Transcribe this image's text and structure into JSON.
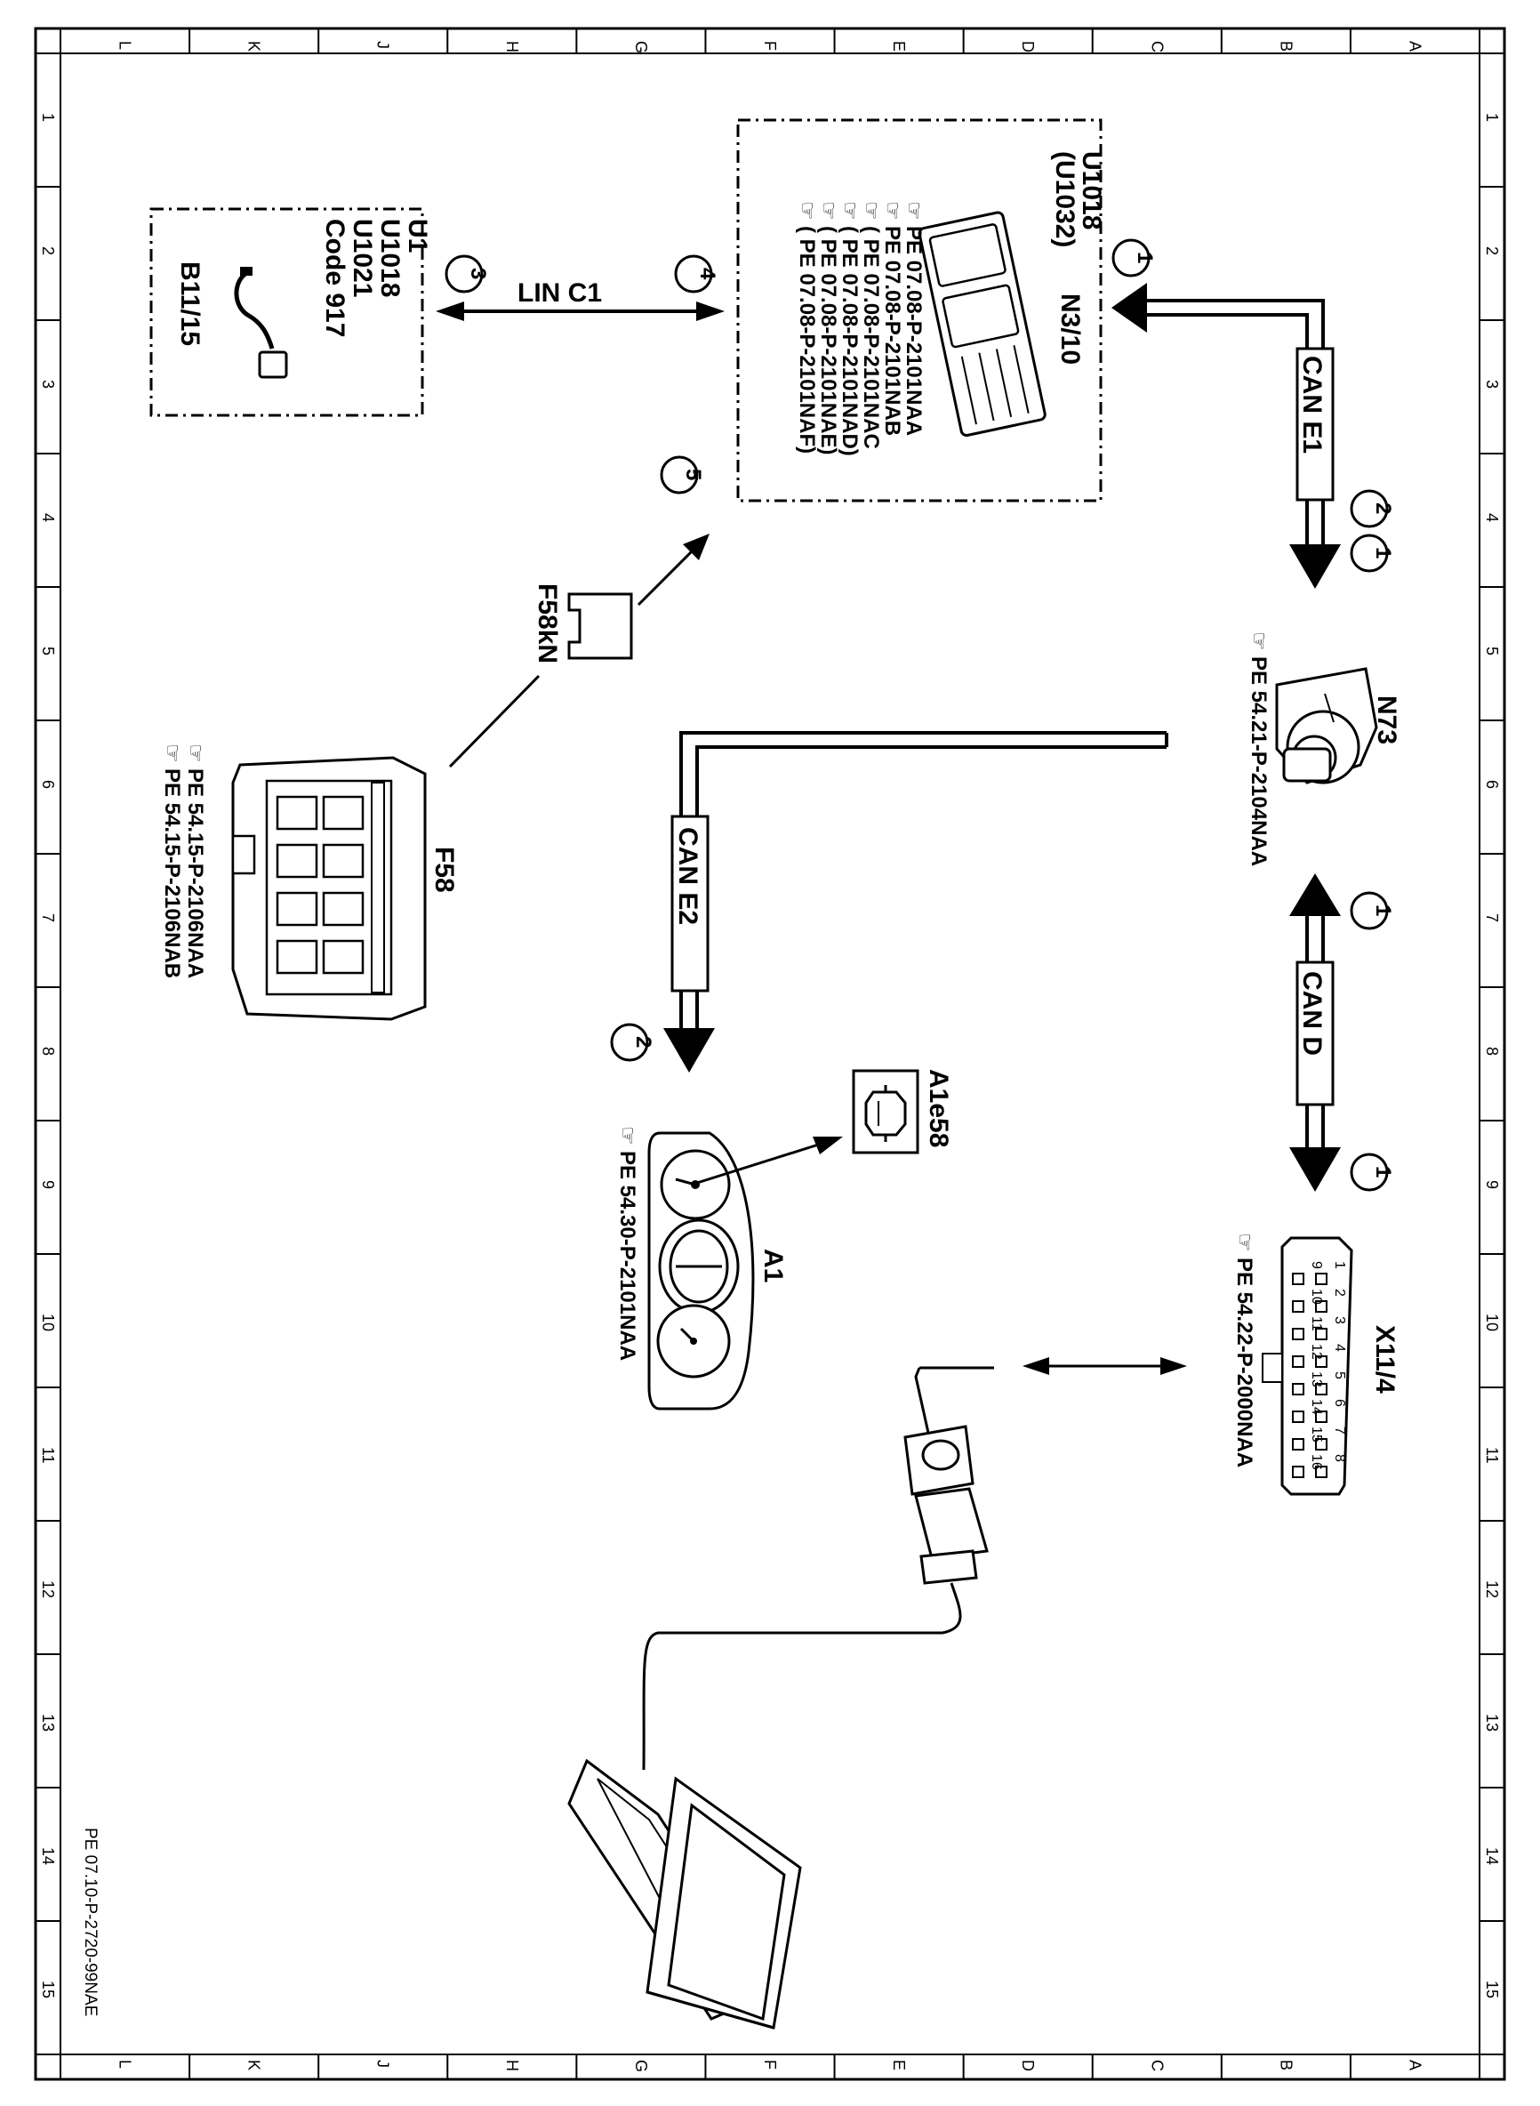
{
  "frame": {
    "col_letters": [
      "L",
      "K",
      "J",
      "H",
      "G",
      "F",
      "E",
      "D",
      "C",
      "B",
      "A"
    ],
    "row_numbers": [
      "1",
      "2",
      "3",
      "4",
      "5",
      "6",
      "7",
      "8",
      "9",
      "10",
      "11",
      "12",
      "13",
      "14",
      "15"
    ],
    "doc_number": "PE 07.10-P-2720-99NAE"
  },
  "modules": {
    "u1_box": {
      "lines": [
        "U1",
        "U1018",
        "U1021",
        "Code 917",
        "B11/15"
      ]
    },
    "n310": {
      "variants": [
        "U1018",
        "(U1032)"
      ],
      "name": "N3/10",
      "refs": [
        "PE  07.08-P-2101NAA",
        "PE  07.08-P-2101NAB",
        "(     PE  07.08-P-2101NAC",
        "(     PE  07.08-P-2101NAD)",
        "(     PE  07.08-P-2101NAE)",
        "(     PE  07.08-P-2101NAF)"
      ]
    },
    "n73": {
      "name": "N73",
      "ref": "PE  54.21-P-2104NAA"
    },
    "x114": {
      "name": "X11/4",
      "ref": "PE  54.22-P-2000NAA",
      "pins_top": [
        "1",
        "2",
        "3",
        "4",
        "5",
        "6",
        "7",
        "8"
      ],
      "pins_bottom": [
        "9",
        "10",
        "11",
        "12",
        "13",
        "14",
        "15",
        "16"
      ]
    },
    "f58": {
      "name": "F58",
      "refs": [
        "PE  54.15-P-2106NAA",
        "PE  54.15-P-2106NAB"
      ]
    },
    "f58kn": {
      "name": "F58kN"
    },
    "a1": {
      "name": "A1",
      "ref": "PE  54.30-P-2101NAA"
    },
    "a1e58": {
      "name": "A1e58"
    }
  },
  "buses": {
    "lin": "LIN  C1",
    "can_e1": "CAN  E1",
    "can_e2": "CAN  E2",
    "can_d": "CAN  D"
  },
  "callouts": [
    "1",
    "2",
    "3",
    "4",
    "5"
  ]
}
